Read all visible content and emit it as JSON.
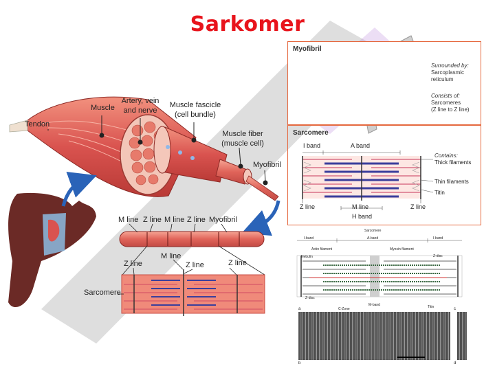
{
  "title": "Sarkomer",
  "left_diagram": {
    "labels": {
      "tendon": "Tendon",
      "muscle": "Muscle",
      "artery": "Artery, vein\nand nerve",
      "fascicle": "Muscle fascicle\n(cell bundle)",
      "fiber": "Muscle fiber\n(muscle cell)",
      "myofibril": "Myofibril",
      "mline1": "M line",
      "zline1": "Z line",
      "mline2": "M line",
      "zline2": "Z line",
      "myofibril2": "Myofibril",
      "zline3": "Z line",
      "mline3": "M line",
      "zline4": "Z line",
      "zline5": "Z line",
      "sarcomere": "Sarcomere"
    }
  },
  "myofibril_panel": {
    "title": "Myofibril",
    "surrounded_by": "Surrounded by:",
    "surrounded_value": "Sarcoplasmic\nreticulum",
    "consists_of": "Consists of:",
    "consists_value": "Sarcomeres\n(Z line to Z line)"
  },
  "sarcomere_panel": {
    "title": "Sarcomere",
    "iband": "I band",
    "aband": "A band",
    "contains": "Contains:",
    "thick": "Thick filaments",
    "thin": "Thin filaments",
    "titin": "Titin",
    "zline_left": "Z line",
    "mline": "M line",
    "zline_right": "Z line",
    "hband": "H band"
  },
  "micro_panel": {
    "sarcomere": "Sarcomere",
    "iband_l": "I-band",
    "aband": "A-band",
    "iband_r": "I-band",
    "actin": "Actin filament",
    "myosin": "Myosin filament",
    "nebulin": "Nebulin",
    "zdisc_r": "Z-disc",
    "zdisc_l": "Z-disc",
    "mband": "M-band",
    "czone": "C-Zone",
    "titin": "Titin",
    "a": "a",
    "b": "b",
    "c": "c",
    "d": "d"
  },
  "colors": {
    "title": "#e8141c",
    "muscle": "#d9534f",
    "panel_border": "#e5673d",
    "thick": "#3a3e9c",
    "thin": "#c7365a",
    "arrow": "#2a63b8"
  }
}
